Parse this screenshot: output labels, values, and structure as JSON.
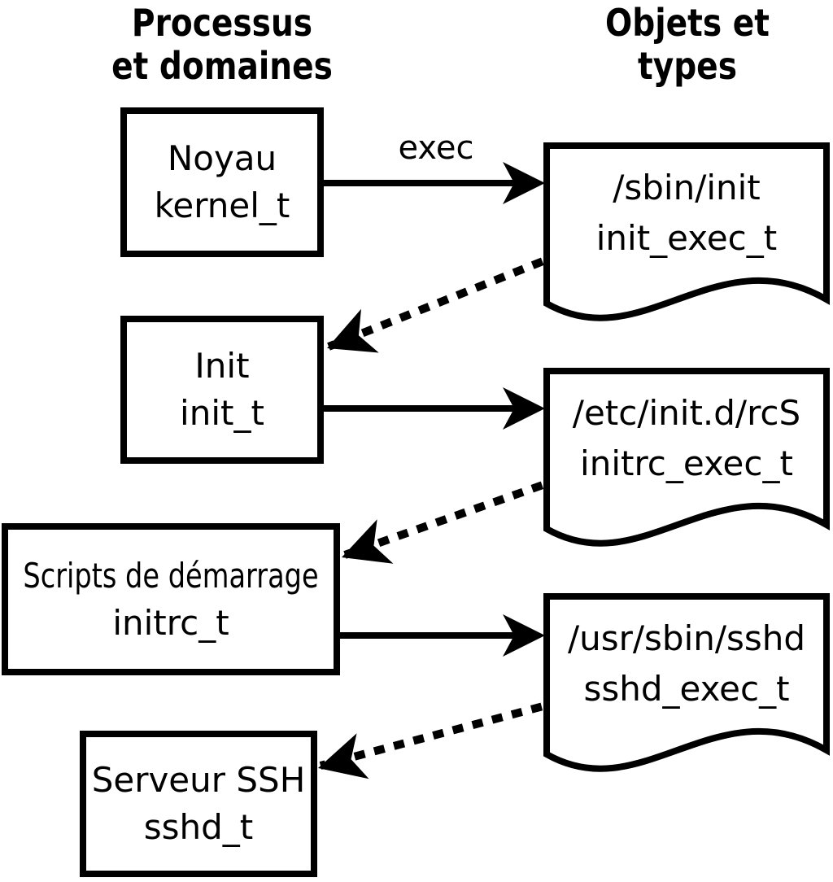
{
  "headers": {
    "processes": {
      "line1": "Processus",
      "line2": "et domaines"
    },
    "objects": {
      "line1": "Objets et",
      "line2": "types"
    }
  },
  "arrow_label": "exec",
  "process_boxes": [
    {
      "name": "Noyau",
      "domain": "kernel_t"
    },
    {
      "name": "Init",
      "domain": "init_t"
    },
    {
      "name": "Scripts de démarrage",
      "domain": "initrc_t"
    },
    {
      "name": "Serveur SSH",
      "domain": "sshd_t"
    }
  ],
  "object_docs": [
    {
      "path": "/sbin/init",
      "type": "init_exec_t"
    },
    {
      "path": "/etc/init.d/rcS",
      "type": "initrc_exec_t"
    },
    {
      "path": "/usr/sbin/sshd",
      "type": "sshd_exec_t"
    }
  ],
  "edges": [
    {
      "from": "kernel_t",
      "to": "init_exec_t",
      "style": "solid",
      "label": "exec"
    },
    {
      "from": "init_exec_t",
      "to": "init_t",
      "style": "dotted",
      "label": ""
    },
    {
      "from": "init_t",
      "to": "initrc_exec_t",
      "style": "solid",
      "label": ""
    },
    {
      "from": "initrc_exec_t",
      "to": "initrc_t",
      "style": "dotted",
      "label": ""
    },
    {
      "from": "initrc_t",
      "to": "sshd_exec_t",
      "style": "solid",
      "label": ""
    },
    {
      "from": "sshd_exec_t",
      "to": "sshd_t",
      "style": "dotted",
      "label": ""
    }
  ],
  "colors": {
    "ink": "#000000",
    "background": "#ffffff"
  }
}
